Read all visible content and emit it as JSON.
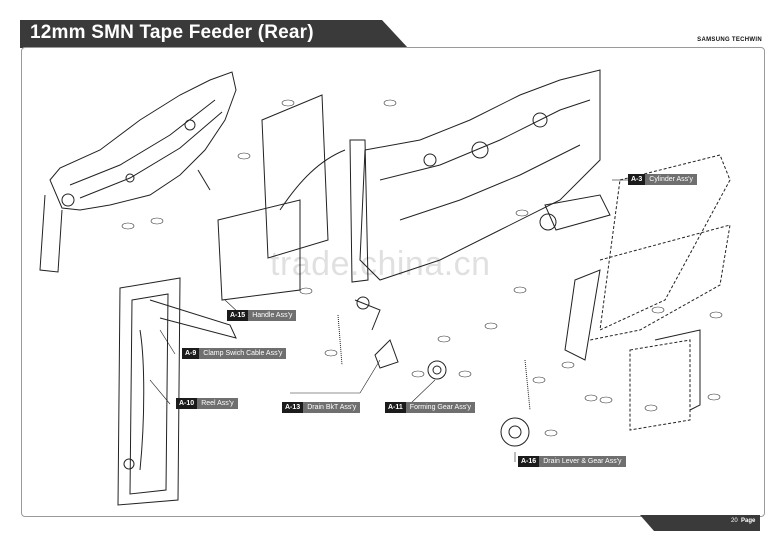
{
  "header": {
    "title": "12mm SMN Tape Feeder (Rear)",
    "brand": "SAMSUNG TECHWIN"
  },
  "footer": {
    "page_number": "20",
    "page_word": "Page"
  },
  "watermark": "trade.china.cn",
  "assemblies": [
    {
      "code": "A-3",
      "name": "Cylinder Ass'y"
    },
    {
      "code": "A-15",
      "name": "Handle Ass'y"
    },
    {
      "code": "A-9",
      "name": "Clamp Swich Cable Ass'y"
    },
    {
      "code": "A-10",
      "name": "Reel Ass'y"
    },
    {
      "code": "A-13",
      "name": "Drain BkT Ass'y"
    },
    {
      "code": "A-11",
      "name": "Forming Gear Ass'y"
    },
    {
      "code": "A-16",
      "name": "Drain Lever & Gear Ass'y"
    }
  ],
  "colors": {
    "banner": "#3a3a3a",
    "label_code": "#1b1b1b",
    "label_name": "#6f6f6f",
    "line": "#222222"
  }
}
